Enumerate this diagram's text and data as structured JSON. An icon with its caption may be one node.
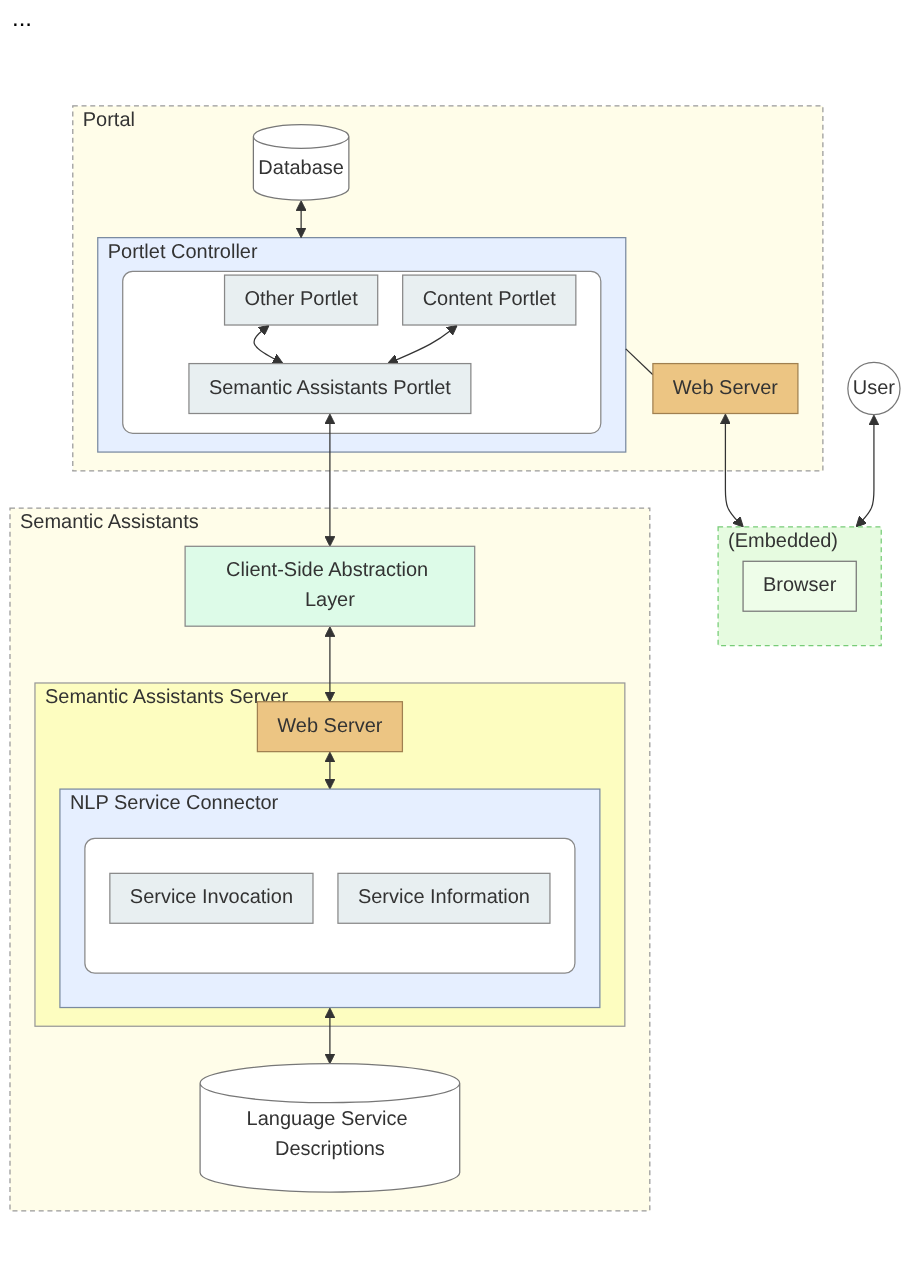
{
  "diagram": {
    "nodes": [
      {
        "text": [
          "Portal"
        ]
      },
      {
        "text": [
          "Database"
        ],
        "in": 0
      },
      {
        "text": [
          "Portlet Controller"
        ],
        "in": 0
      },
      {
        "text": [],
        "shape": "box",
        "in": 2
      },
      {
        "text": [
          "Other Portlet"
        ],
        "in": 3
      },
      {
        "text": [
          "Content Portlet"
        ],
        "in": 3
      },
      {
        "text": [
          "Semantic Assistants Portlet"
        ],
        "in": 3
      },
      {
        "text": [
          "Web Server"
        ],
        "in": 0
      },
      {
        "text": [
          "User"
        ]
      },
      {
        "text": [
          "(Embedded)"
        ]
      },
      {
        "text": [
          "Browser"
        ],
        "in": 9
      },
      {
        "text": [
          "Semantic Assistants"
        ]
      },
      {
        "text": [
          "Client-Side Abstraction Layer"
        ],
        "in": 11
      },
      {
        "text": [
          "Semantic Assistants Server"
        ],
        "in": 11
      },
      {
        "text": [
          "Web Server"
        ],
        "in": 13
      },
      {
        "text": [
          "NLP Service Connector"
        ],
        "in": 13
      },
      {
        "text": [],
        "shape": "box",
        "in": 15
      },
      {
        "text": [
          "Service Invocation"
        ],
        "in": 16
      },
      {
        "text": [
          "Service Information"
        ],
        "in": 16
      },
      {
        "text": [
          "Language Service Descriptions"
        ],
        "in": 11
      }
    ],
    "edges": [
      {
        "from": 1,
        "to": 2,
        "arrow": "both"
      },
      {
        "from": 4,
        "to": 6,
        "arrow": "both"
      },
      {
        "from": 5,
        "to": 6,
        "arrow": "both"
      },
      {
        "from": 2,
        "to": 7,
        "arrow": "none"
      },
      {
        "from": 7,
        "to": 9,
        "arrow": "both"
      },
      {
        "from": 8,
        "to": 9,
        "arrow": "both"
      },
      {
        "from": 6,
        "to": 12,
        "arrow": "both"
      },
      {
        "from": 12,
        "to": 14,
        "arrow": "both"
      },
      {
        "from": 14,
        "to": 15,
        "arrow": "both"
      },
      {
        "from": 15,
        "to": 19,
        "arrow": "both"
      }
    ],
    "labels": [
      "..."
    ]
  }
}
